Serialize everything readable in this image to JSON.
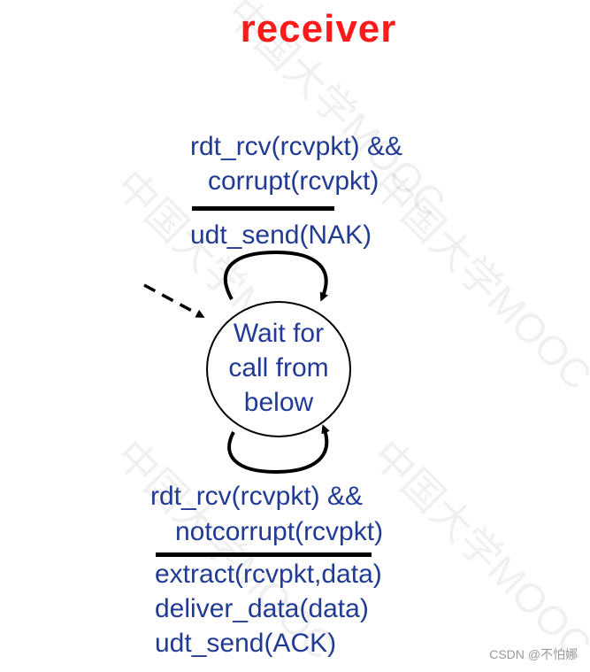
{
  "title": "receiver",
  "state": {
    "line1": "Wait for",
    "line2": "call from",
    "line3": "below"
  },
  "top_transition": {
    "event_line1": "rdt_rcv(rcvpkt) &&",
    "event_line2": "corrupt(rcvpkt)",
    "action": "udt_send(NAK)"
  },
  "bottom_transition": {
    "event_line1": "rdt_rcv(rcvpkt) &&",
    "event_line2": "notcorrupt(rcvpkt)",
    "action_line1": "extract(rcvpkt,data)",
    "action_line2": "deliver_data(data)",
    "action_line3": "udt_send(ACK)"
  },
  "credit": "CSDN @不怕娜",
  "colors": {
    "title": "#ff1a1a",
    "text": "#213a94",
    "line": "#000000"
  }
}
